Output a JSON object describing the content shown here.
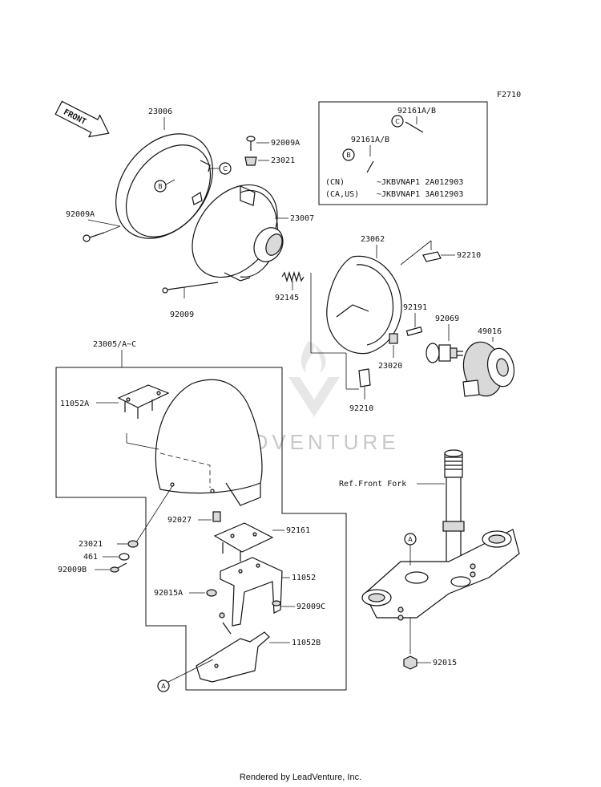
{
  "figure_code": "F2710",
  "front_label": "FRONT",
  "watermark": "LEADVENTURE",
  "footer": "Rendered by LeadVenture, Inc.",
  "ref_front_fork": "Ref.Front Fork",
  "callouts": {
    "A": "A",
    "B": "B",
    "C": "C"
  },
  "inset": {
    "part_c": "92161A/B",
    "part_b": "92161A/B",
    "rows": [
      {
        "market": "(CN)",
        "serial": "~JKBVNAP1 2A012903"
      },
      {
        "market": "(CA,US)",
        "serial": "~JKBVNAP1 3A012903"
      }
    ]
  },
  "parts": {
    "p23006": "23006",
    "p92009A_top": "92009A",
    "p23021_top": "23021",
    "p92009A_left": "92009A",
    "p23007": "23007",
    "p92009": "92009",
    "p92145": "92145",
    "p23062": "23062",
    "p92210_top": "92210",
    "p92191": "92191",
    "p92069": "92069",
    "p49016": "49016",
    "p23020": "23020",
    "p92210_bot": "92210",
    "p23005": "23005/A~C",
    "p11052A": "11052A",
    "p92027": "92027",
    "p92161": "92161",
    "p23021_low": "23021",
    "p461": "461",
    "p92009B": "92009B",
    "p11052": "11052",
    "p92015A": "92015A",
    "p92009C": "92009C",
    "p11052B": "11052B",
    "p92015": "92015"
  }
}
